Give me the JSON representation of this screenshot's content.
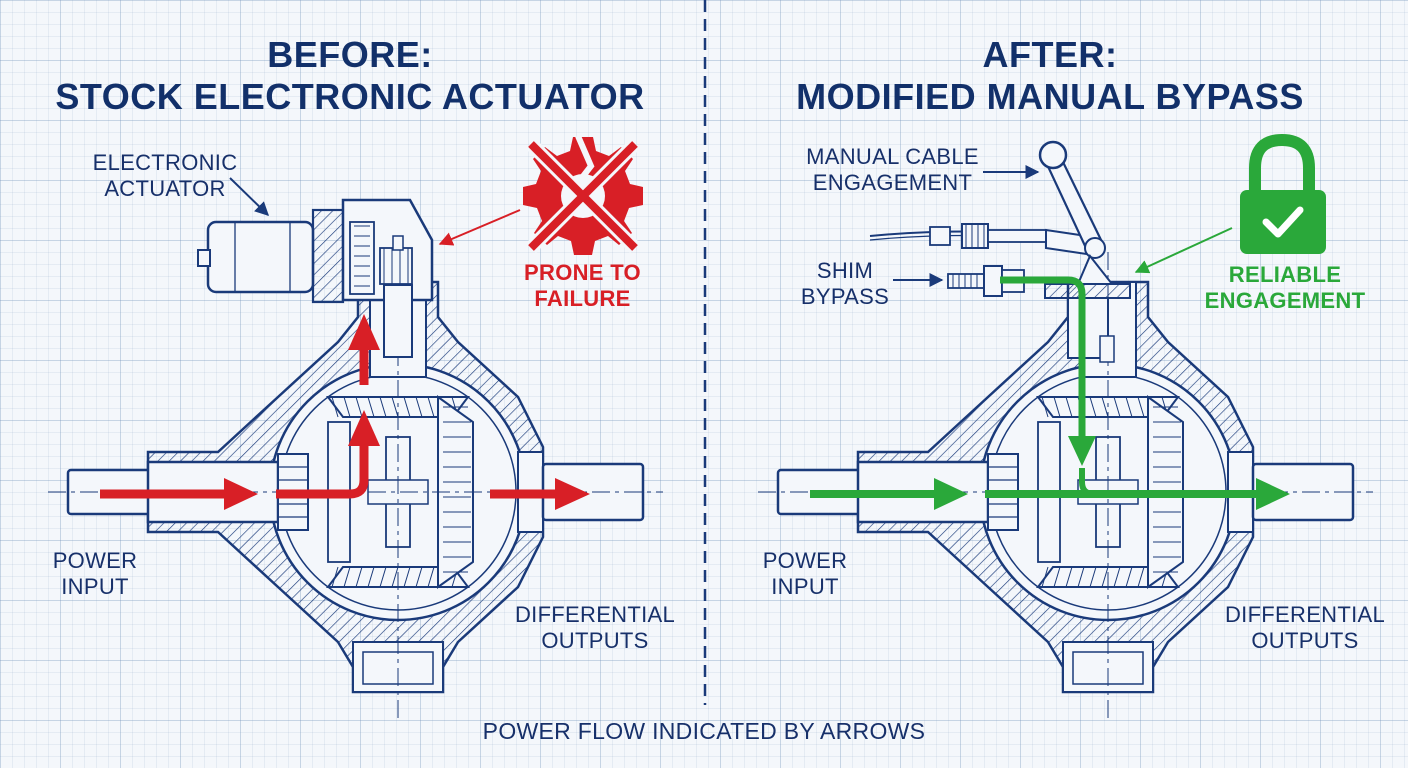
{
  "before": {
    "title_line1": "BEFORE:",
    "title_line2": "STOCK ELECTRONIC ACTUATOR",
    "actuator_label_line1": "ELECTRONIC",
    "actuator_label_line2": "ACTUATOR",
    "failure_label_line1": "PRONE TO",
    "failure_label_line2": "FAILURE",
    "input_label_line1": "POWER",
    "input_label_line2": "INPUT",
    "output_label_line1": "DIFFERENTIAL",
    "output_label_line2": "OUTPUTS"
  },
  "after": {
    "title_line1": "AFTER:",
    "title_line2": "MODIFIED MANUAL BYPASS",
    "cable_label_line1": "MANUAL CABLE",
    "cable_label_line2": "ENGAGEMENT",
    "shim_label_line1": "SHIM",
    "shim_label_line2": "BYPASS",
    "reliable_label_line1": "RELIABLE",
    "reliable_label_line2": "ENGAGEMENT",
    "input_label_line1": "POWER",
    "input_label_line2": "INPUT",
    "output_label_line1": "DIFFERENTIAL",
    "output_label_line2": "OUTPUTS"
  },
  "footer": "POWER FLOW INDICATED BY ARROWS",
  "colors": {
    "line": "#1a3a7a",
    "title": "#12306a",
    "failure_red": "#d81f26",
    "success_green": "#2aa83a",
    "grid": "#c8d4e6"
  },
  "icons": {
    "failure": "broken-gear-icon",
    "success": "padlock-check-icon"
  }
}
